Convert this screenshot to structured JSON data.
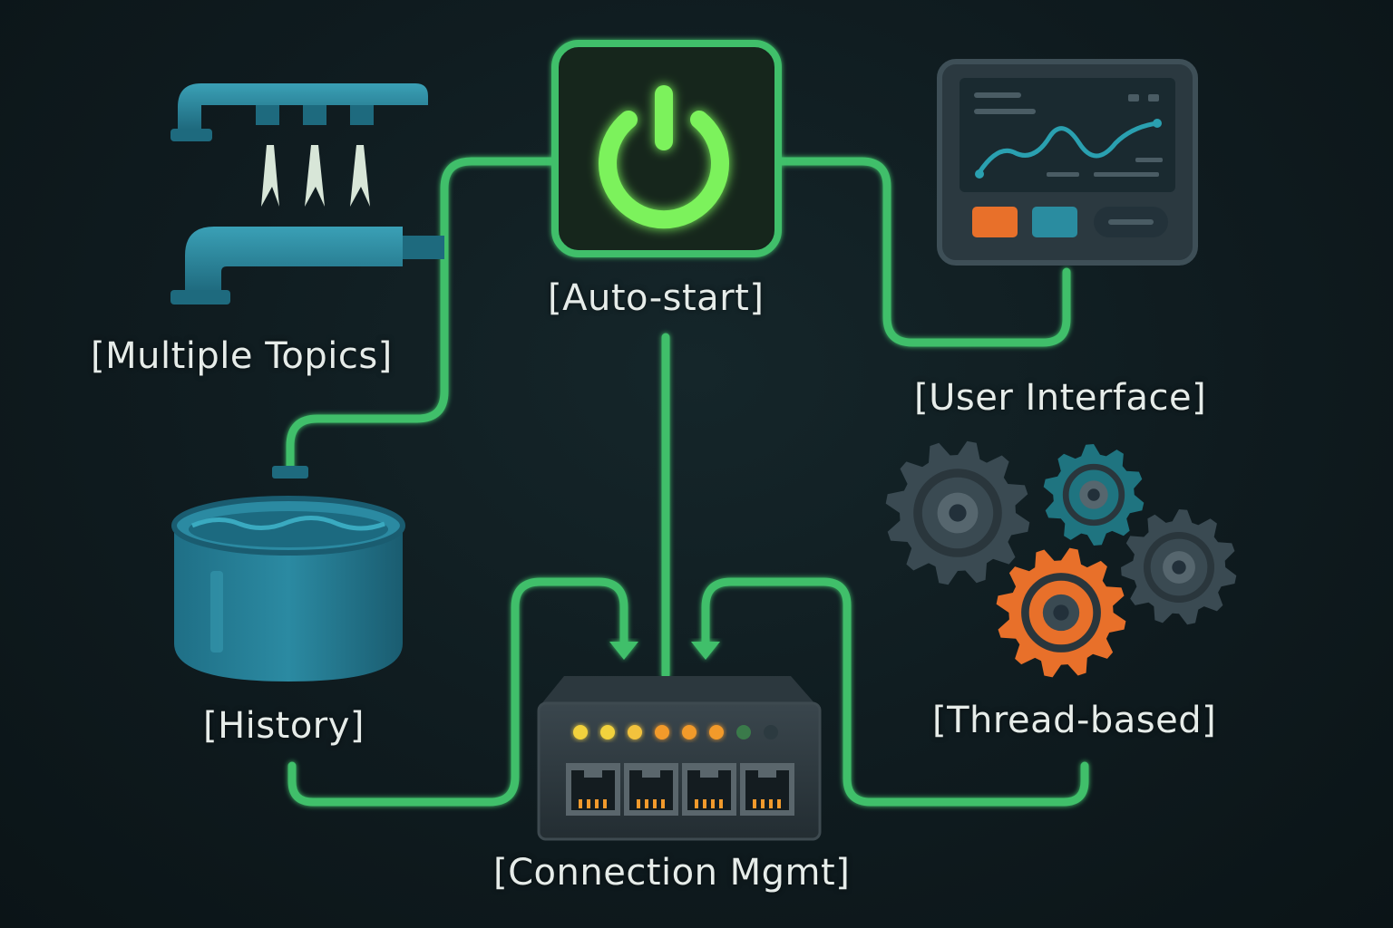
{
  "labels": {
    "auto_start": "[Auto-start]",
    "multiple_topics": "[Multiple Topics]",
    "user_interface": "[User Interface]",
    "history": "[History]",
    "thread_based": "[Thread-based]",
    "connection_mgmt": "[Connection Mgmt]"
  },
  "colors": {
    "background": "#0f1b1f",
    "connector_green": "#3fbf6a",
    "power_glow": "#7cf25c",
    "teal": "#2a8ca0",
    "panel_gray": "#3a4a52",
    "orange": "#e8702a",
    "led_yellow": "#f2d23c",
    "led_orange": "#f29a2c"
  },
  "icons": {
    "auto_start": "power-icon",
    "multiple_topics": "faucet-icon",
    "user_interface": "dashboard-monitor-icon",
    "history": "water-tank-icon",
    "thread_based": "gears-icon",
    "connection_mgmt": "network-switch-icon"
  }
}
